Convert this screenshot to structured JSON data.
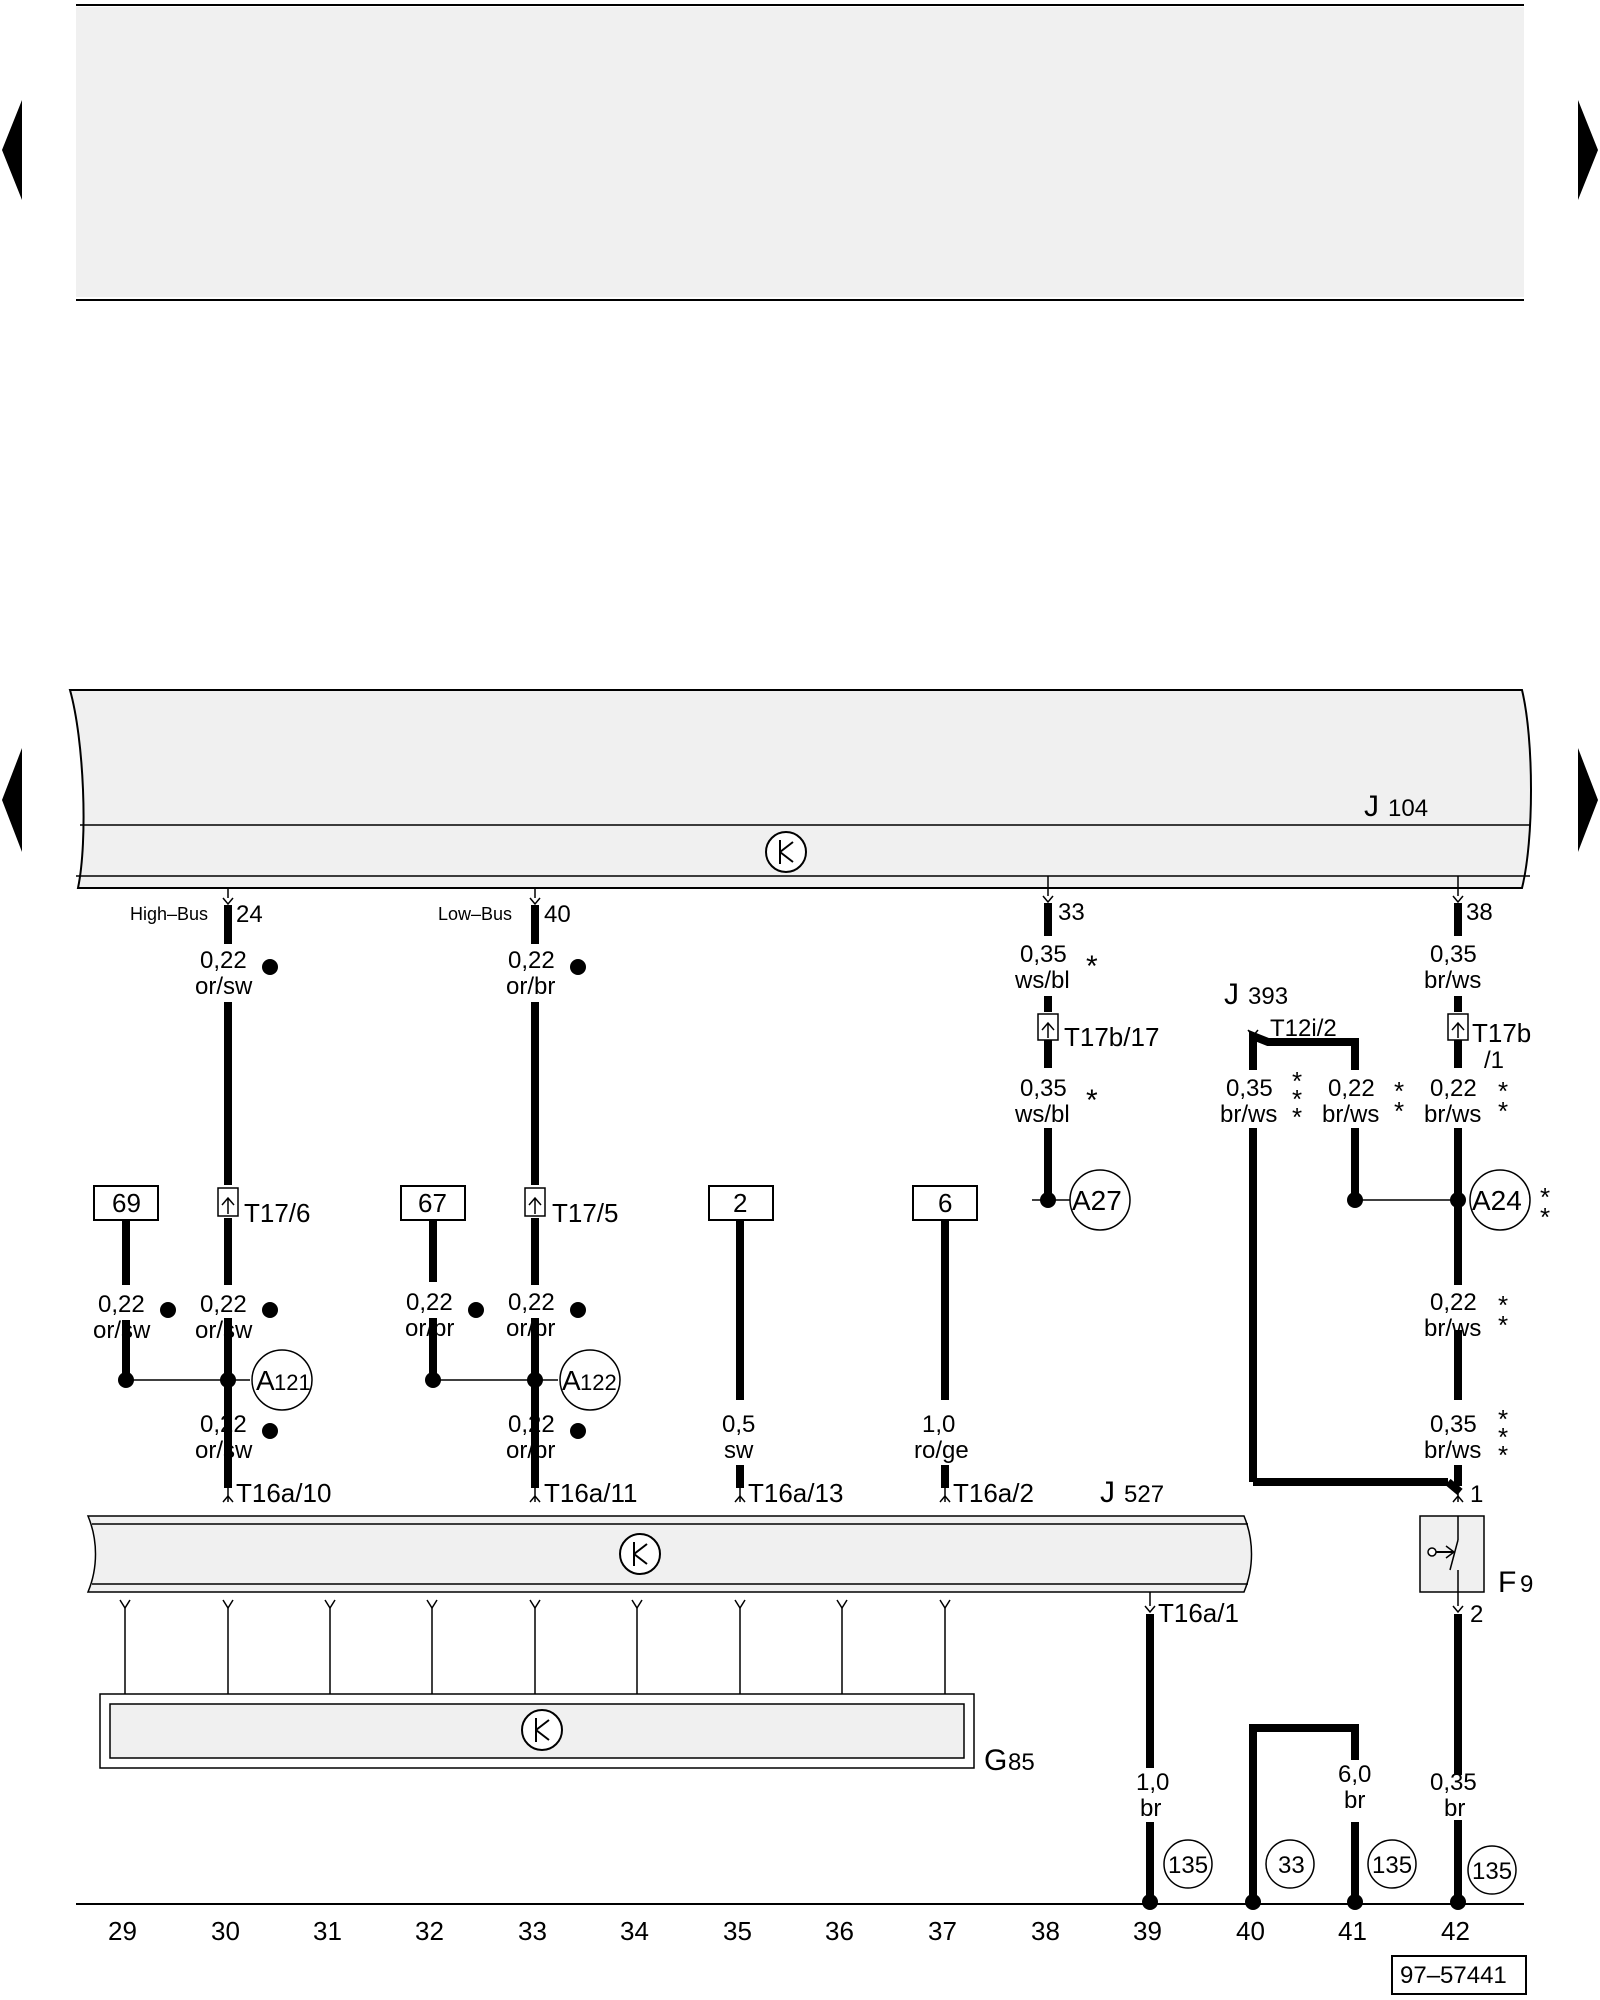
{
  "nav": {
    "left_arrow_icon": "triangle-left-icon",
    "right_arrow_icon": "triangle-right-icon"
  },
  "components": {
    "j104": {
      "letter": "J",
      "number": "104"
    },
    "j527": {
      "letter": "J",
      "number": "527"
    },
    "j393": {
      "letter": "J",
      "number": "393"
    },
    "g85": {
      "letter": "G",
      "number": "85"
    },
    "f9": {
      "letter": "F",
      "number": "9"
    }
  },
  "bus": {
    "high": "High–Bus",
    "low": "Low–Bus"
  },
  "pins": {
    "p24": "24",
    "p40": "40",
    "p33": "33",
    "p38": "38",
    "p1": "1",
    "p2": "2"
  },
  "connectors": {
    "t17_6": "T17/6",
    "t17_5": "T17/5",
    "t17b_17": "T17b/17",
    "t17b_1a": "T17b",
    "t17b_1b": "/1",
    "t12i_2": "T12i/2",
    "t16a_10": "T16a/10",
    "t16a_11": "T16a/11",
    "t16a_13": "T16a/13",
    "t16a_2": "T16a/2",
    "t16a_1": "T16a/1"
  },
  "wires": {
    "w1": {
      "size": "0,22",
      "color": "or/sw"
    },
    "w2": {
      "size": "0,22",
      "color": "or/br"
    },
    "w3": {
      "size": "0,35",
      "color": "ws/bl"
    },
    "w4": {
      "size": "0,35",
      "color": "br/ws"
    },
    "w5": {
      "size": "0,35",
      "color": "ws/bl"
    },
    "w6": {
      "size": "0,35",
      "color": "br/ws"
    },
    "w7": {
      "size": "0,22",
      "color": "br/ws"
    },
    "w8": {
      "size": "0,22",
      "color": "br/ws"
    },
    "w9": {
      "size": "0,22",
      "color": "or/sw"
    },
    "w10": {
      "size": "0,22",
      "color": "or/sw"
    },
    "w11": {
      "size": "0,22",
      "color": "or/br"
    },
    "w12": {
      "size": "0,22",
      "color": "or/br"
    },
    "w13": {
      "size": "0,22",
      "color": "br/ws"
    },
    "w14": {
      "size": "0,22",
      "color": "or/sw"
    },
    "w15": {
      "size": "0,22",
      "color": "or/br"
    },
    "w16": {
      "size": "0,5",
      "color": "sw"
    },
    "w17": {
      "size": "1,0",
      "color": "ro/ge"
    },
    "w18": {
      "size": "0,35",
      "color": "br/ws"
    },
    "w19": {
      "size": "1,0",
      "color": "br"
    },
    "w20": {
      "size": "6,0",
      "color": "br"
    },
    "w21": {
      "size": "0,35",
      "color": "br"
    }
  },
  "refs": {
    "r69": "69",
    "r67": "67",
    "r2": "2",
    "r6": "6"
  },
  "junctions": {
    "a121_letter": "A",
    "a121_number": "121",
    "a122_letter": "A",
    "a122_number": "122",
    "a27": "A27",
    "a24": "A24"
  },
  "grounds": {
    "g1": "135",
    "g2": "33",
    "g3": "135",
    "g4": "135"
  },
  "footnote_marks": {
    "single": "*",
    "double": "*"
  },
  "bottom_scale": [
    "29",
    "30",
    "31",
    "32",
    "33",
    "34",
    "35",
    "36",
    "37",
    "38",
    "39",
    "40",
    "41",
    "42"
  ],
  "figure_id": "97–57441"
}
